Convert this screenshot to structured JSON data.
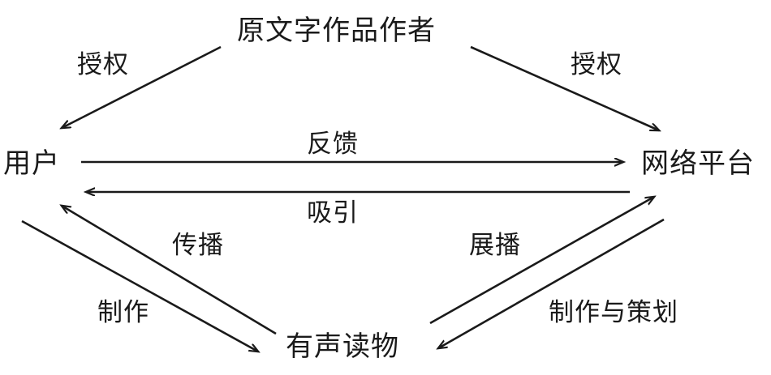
{
  "diagram": {
    "type": "flow-relationship-diagram",
    "title": "",
    "stroke_color": "#1a1a1a",
    "background_color": "#ffffff",
    "nodes": [
      {
        "id": "author",
        "label": "原文字作品作者",
        "position": "top"
      },
      {
        "id": "user",
        "label": "用户",
        "position": "left"
      },
      {
        "id": "platform",
        "label": "网络平台",
        "position": "right"
      },
      {
        "id": "audiobook",
        "label": "有声读物",
        "position": "bottom"
      }
    ],
    "edges": [
      {
        "id": "auth-left",
        "label": "授权",
        "from": "author",
        "to": "user",
        "direction": "down-left"
      },
      {
        "id": "auth-right",
        "label": "授权",
        "from": "author",
        "to": "platform",
        "direction": "down-right"
      },
      {
        "id": "feedback",
        "label": "反馈",
        "from": "user",
        "to": "platform",
        "direction": "right"
      },
      {
        "id": "attract",
        "label": "吸引",
        "from": "platform",
        "to": "user",
        "direction": "left"
      },
      {
        "id": "spread",
        "label": "传播",
        "from": "audiobook",
        "to": "user",
        "direction": "up-left"
      },
      {
        "id": "produce",
        "label": "制作",
        "from": "user",
        "to": "audiobook",
        "direction": "down-right"
      },
      {
        "id": "display",
        "label": "展播",
        "from": "audiobook",
        "to": "platform",
        "direction": "up-right"
      },
      {
        "id": "produce-plan",
        "label": "制作与策划",
        "from": "platform",
        "to": "audiobook",
        "direction": "down-left"
      }
    ]
  }
}
